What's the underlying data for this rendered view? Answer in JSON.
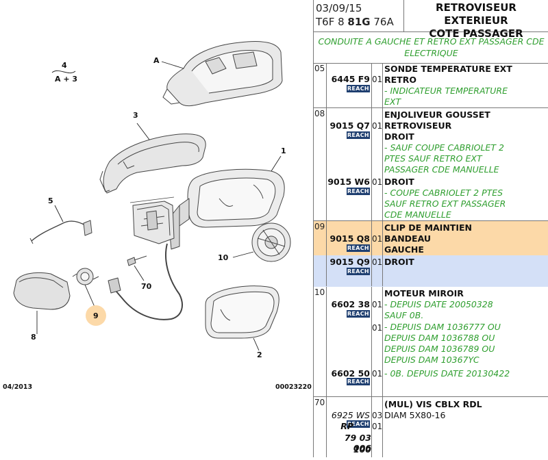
{
  "header": {
    "date": "03/09/15",
    "code_prefix": "T6F 8 ",
    "code_bold": "81G",
    "code_suffix": " 76A",
    "title_line1": "RETROVISEUR EXTERIEUR",
    "title_line2": "COTE PASSAGER"
  },
  "note": {
    "line1": "CONDUITE A GAUCHE ET RETRO EXT PASSAGER CDE",
    "line2": "ELECTRIQUE"
  },
  "reach_label": "REACH",
  "groups": {
    "g05": {
      "num": "05",
      "part": "6445 F9",
      "qty": "01",
      "name1": "SONDE TEMPERATURE EXT",
      "name2": "RETRO",
      "cond1": "- INDICATEUR TEMPERATURE",
      "cond2": "EXT"
    },
    "g08": {
      "num": "08",
      "part1": "9015 Q7",
      "qty1": "01",
      "name1": "ENJOLIVEUR GOUSSET",
      "name2": "RETROVISEUR",
      "name3": "DROIT",
      "cond1": "- SAUF COUPE CABRIOLET 2",
      "cond2": "PTES SAUF RETRO EXT",
      "cond3": "PASSAGER CDE MANUELLE",
      "part2": "9015 W6",
      "qty2": "01",
      "name4": "DROIT",
      "cond4": "- COUPE CABRIOLET 2 PTES",
      "cond5": "SAUF RETRO EXT PASSAGER",
      "cond6": "CDE MANUELLE"
    },
    "g09": {
      "num": "09",
      "part1": "9015 Q8",
      "qty1": "01",
      "name1": "CLIP DE MAINTIEN",
      "name2": "BANDEAU",
      "name3": "GAUCHE",
      "part2": "9015 Q9",
      "qty2": "01",
      "name4": "DROIT",
      "color1": "#fcd9a8",
      "color2": "#d4e0f7"
    },
    "g10": {
      "num": "10",
      "part1": "6602 38",
      "qty1": "01",
      "name1": "MOTEUR MIROIR",
      "cond1": "- DEPUIS DATE 20050328",
      "cond2": "SAUF 0B.",
      "qty1b": "01",
      "cond3": "- DEPUIS DAM 1036777 OU",
      "cond4": "DEPUIS DAM 1036788 OU",
      "cond5": "DEPUIS DAM 1036789 OU",
      "cond6": "DEPUIS DAM 10367YC",
      "part2": "6602 50",
      "qty2": "01",
      "cond7": "- 0B. DEPUIS DATE 20130422"
    },
    "g70": {
      "num": "70",
      "part": "6925 WS",
      "qty": "03",
      "qty_b": "01",
      "name1": "(MUL) VIS CBLX RDL",
      "name2": "DIAM 5X80-16",
      "ref1": "RP",
      "ref2": "79 03 006",
      "ref3": "100"
    }
  },
  "diagram": {
    "label_4": "4",
    "label_a3": "A + 3",
    "label_A": "A",
    "label_3": "3",
    "label_1": "1",
    "label_5": "5",
    "label_10": "10",
    "label_70": "70",
    "label_9": "9",
    "label_8": "8",
    "label_2": "2",
    "date": "04/2013",
    "ref": "00023220",
    "highlight_color": "#fcd9a8"
  }
}
